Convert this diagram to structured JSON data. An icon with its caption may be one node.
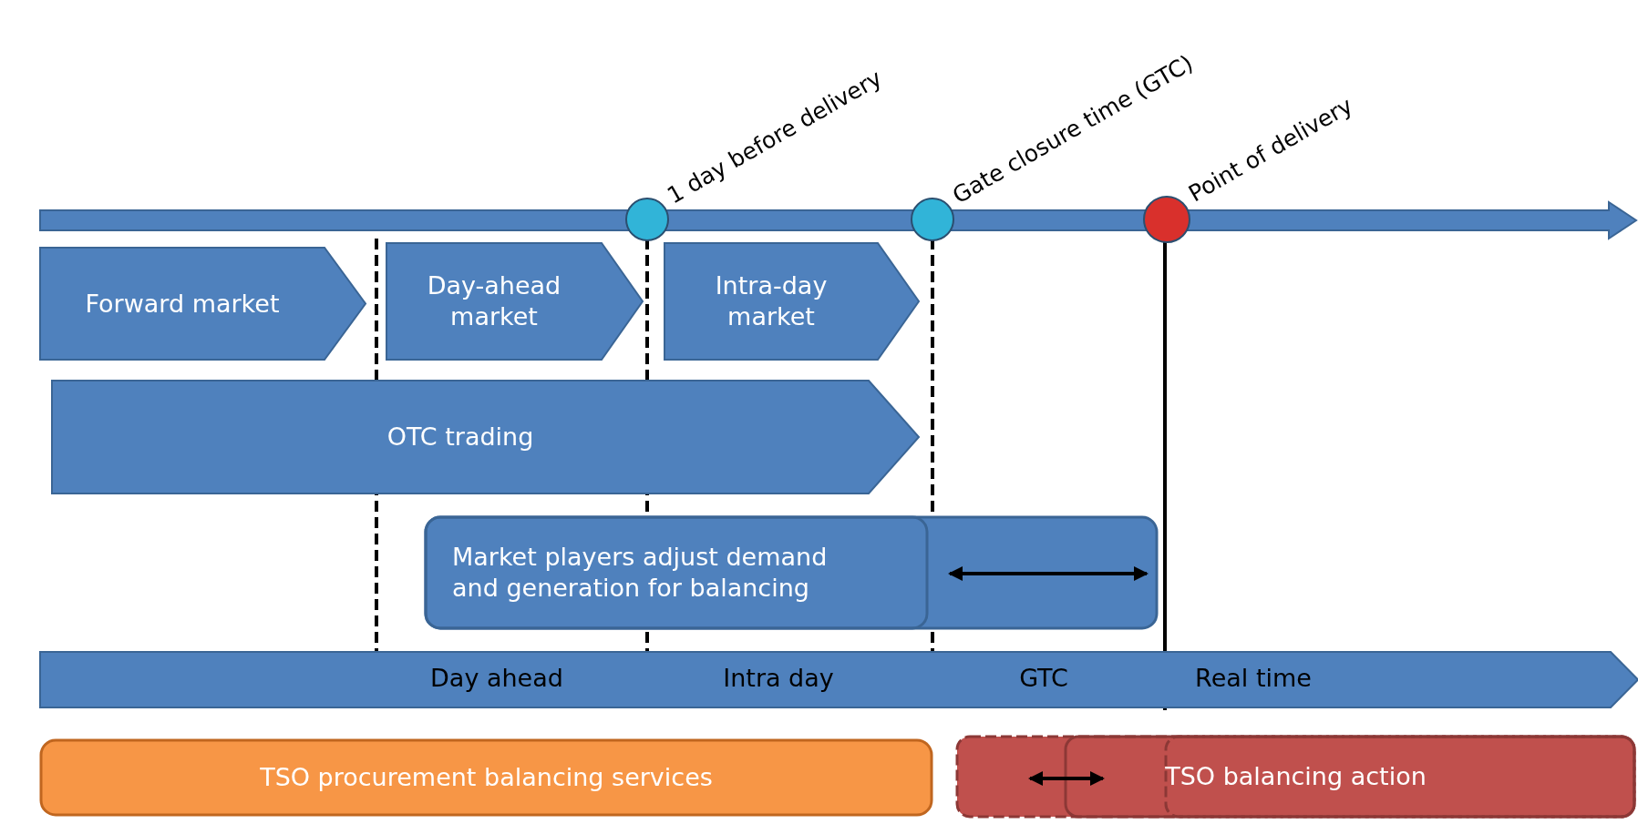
{
  "diagram": {
    "nodes": [
      {
        "text": [
          "Forward market"
        ]
      },
      {
        "text": [
          "Day-ahead market"
        ]
      },
      {
        "text": [
          "Intra-day market"
        ]
      },
      {
        "text": [
          "OTC trading"
        ]
      },
      {
        "text": [
          "Market players adjust demand and generation for balancing"
        ]
      },
      {
        "text": [
          "Day ahead",
          "Intra day",
          "GTC",
          "Real time"
        ]
      },
      {
        "text": [
          "TSO procurement balancing services"
        ]
      },
      {
        "text": [
          "TSO balancing action"
        ]
      },
      {
        "text": [],
        "shape": "circle",
        "beside": [
          "1 day before delivery"
        ]
      },
      {
        "text": [],
        "shape": "circle",
        "beside": [
          "Gate closure time (GTC)"
        ]
      },
      {
        "text": [],
        "shape": "circle",
        "beside": [
          "Point of delivery"
        ]
      }
    ]
  }
}
